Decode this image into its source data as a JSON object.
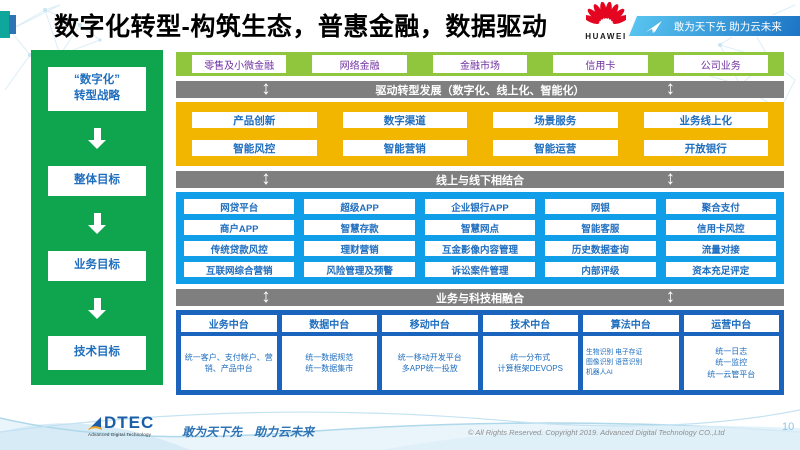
{
  "header": {
    "title": "数字化转型-构筑生态，普惠金融，数据驱动",
    "huawei": {
      "wordmark": "HUAWEI"
    },
    "ribbon_slogan": "敢为天下先 助力云未来"
  },
  "icons": {
    "updown_arrow": "↕"
  },
  "sidebar": {
    "items": [
      {
        "label": "“数字化”\n转型战略"
      },
      {
        "label": "整体目标"
      },
      {
        "label": "业务目标"
      },
      {
        "label": "技术目标"
      }
    ]
  },
  "main": {
    "business_segments": [
      "零售及小微金融",
      "网络金融",
      "金融市场",
      "信用卡",
      "公司业务"
    ],
    "banner_drive": "驱动转型发展（数字化、线上化、智能化）",
    "transform_capabilities": [
      "产品创新",
      "数字渠道",
      "场景服务",
      "业务线上化",
      "智能风控",
      "智能营销",
      "智能运营",
      "开放银行"
    ],
    "banner_online_offline": "线上与线下相结合",
    "channel_systems": [
      "网贷平台",
      "超级APP",
      "企业银行APP",
      "网银",
      "聚合支付",
      "商户APP",
      "智慧存款",
      "智慧网点",
      "智能客服",
      "信用卡风控",
      "传统贷款风控",
      "理财营销",
      "互金影像内容管理",
      "历史数据查询",
      "流量对接",
      "互联网综合营销",
      "风险管理及预警",
      "诉讼案件管理",
      "内部评级",
      "资本充足评定"
    ],
    "banner_tech_fusion": "业务与科技相融合",
    "platforms": [
      {
        "title": "业务中台",
        "content": "统一客户、支付帐户、营销、产品中台"
      },
      {
        "title": "数据中台",
        "content": "统一数据规范\n统一数据集市"
      },
      {
        "title": "移动中台",
        "content": "统一移动开发平台\n多APP统一投放"
      },
      {
        "title": "技术中台",
        "content": "统一分布式\n计算框架DEVOPS"
      },
      {
        "title": "算法中台",
        "content": "生物识别 电子存证\n图像识别 语音识别\n机器人AI"
      },
      {
        "title": "运营中台",
        "content": "统一日志\n统一监控\n统一云管平台"
      }
    ]
  },
  "footer": {
    "logo": {
      "wordmark": "DTEC",
      "subtitle": "Advanced Digital Technology"
    },
    "slogan": "敢为天下先　助力云未来",
    "copyright": "© All Rights Reserved. Copyright 2019. Advanced Digital Technology CO.,Ltd",
    "page_number": "10"
  },
  "colors": {
    "sidebar_green": "#0FA54E",
    "segment_green": "#8FC63E",
    "banner_gray": "#7F7F7F",
    "capability_yellow": "#F2B500",
    "channel_blue": "#119EE8",
    "platform_blue": "#1A64BE",
    "text_blue": "#1F6EBE",
    "segment_text_purple": "#7030A0",
    "huawei_red": "#E40521"
  }
}
